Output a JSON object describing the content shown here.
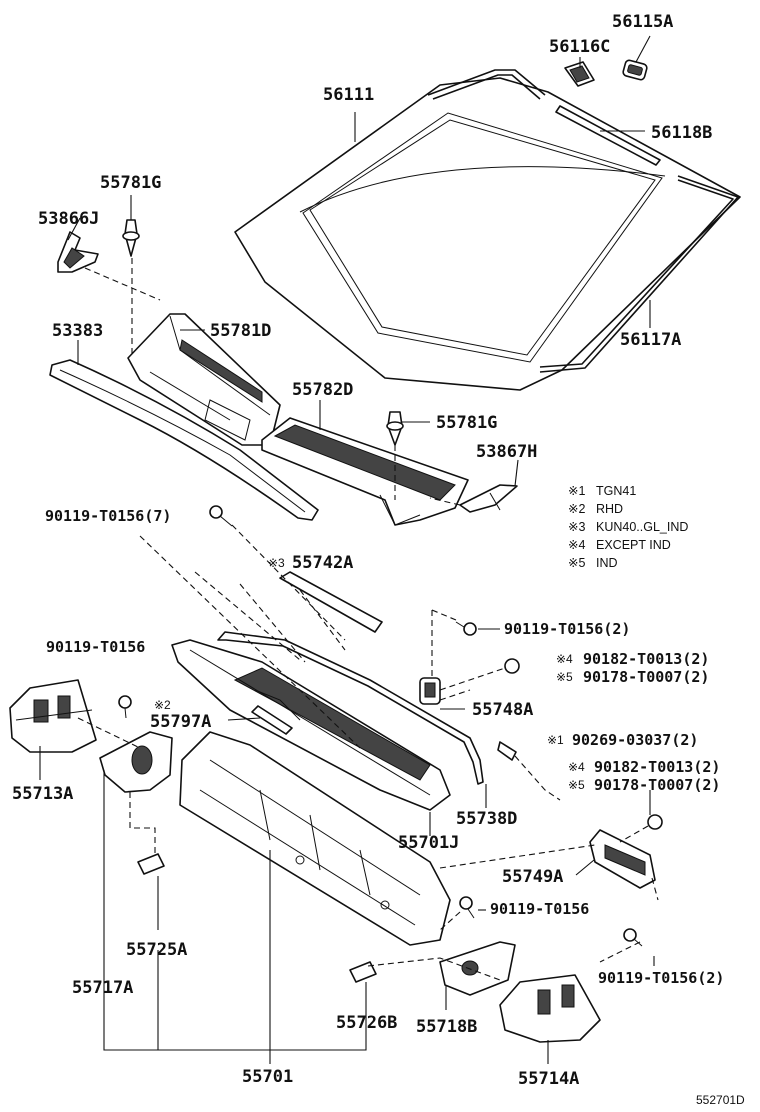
{
  "diagram": {
    "reference_code": "552701D",
    "labels": {
      "p56115A": "56115A",
      "p56116C": "56116C",
      "p56111": "56111",
      "p56118B": "56118B",
      "p55781G_top": "55781G",
      "p53866J": "53866J",
      "p56117A": "56117A",
      "p53383": "53383",
      "p55781D": "55781D",
      "p55782D": "55782D",
      "p55781G_mid": "55781G",
      "p53867H": "53867H",
      "p90119_7": "90119-T0156(7)",
      "p55742A": "55742A",
      "p90119_2a": "90119-T0156(2)",
      "p90119_left": "90119-T0156",
      "p90182_a": "90182-T0013(2)",
      "p90178_a": "90178-T0007(2)",
      "p55748A": "55748A",
      "p55797A": "55797A",
      "p90269": "90269-03037(2)",
      "p55713A": "55713A",
      "p90182_b": "90182-T0013(2)",
      "p90178_b": "90178-T0007(2)",
      "p55738D": "55738D",
      "p55701J": "55701J",
      "p55749A": "55749A",
      "p90119_mid": "90119-T0156",
      "p55725A": "55725A",
      "p90119_2b": "90119-T0156(2)",
      "p55717A": "55717A",
      "p55726B": "55726B",
      "p55718B": "55718B",
      "p55701": "55701",
      "p55714A": "55714A"
    },
    "marks": {
      "m3": "※3",
      "m2": "※2",
      "m4a": "※4",
      "m5a": "※5",
      "m1": "※1",
      "m4b": "※4",
      "m5b": "※5"
    },
    "legend": [
      {
        "mark": "※1",
        "text": "TGN41"
      },
      {
        "mark": "※2",
        "text": "RHD"
      },
      {
        "mark": "※3",
        "text": "KUN40..GL_IND"
      },
      {
        "mark": "※4",
        "text": "EXCEPT IND"
      },
      {
        "mark": "※5",
        "text": "IND"
      }
    ]
  }
}
